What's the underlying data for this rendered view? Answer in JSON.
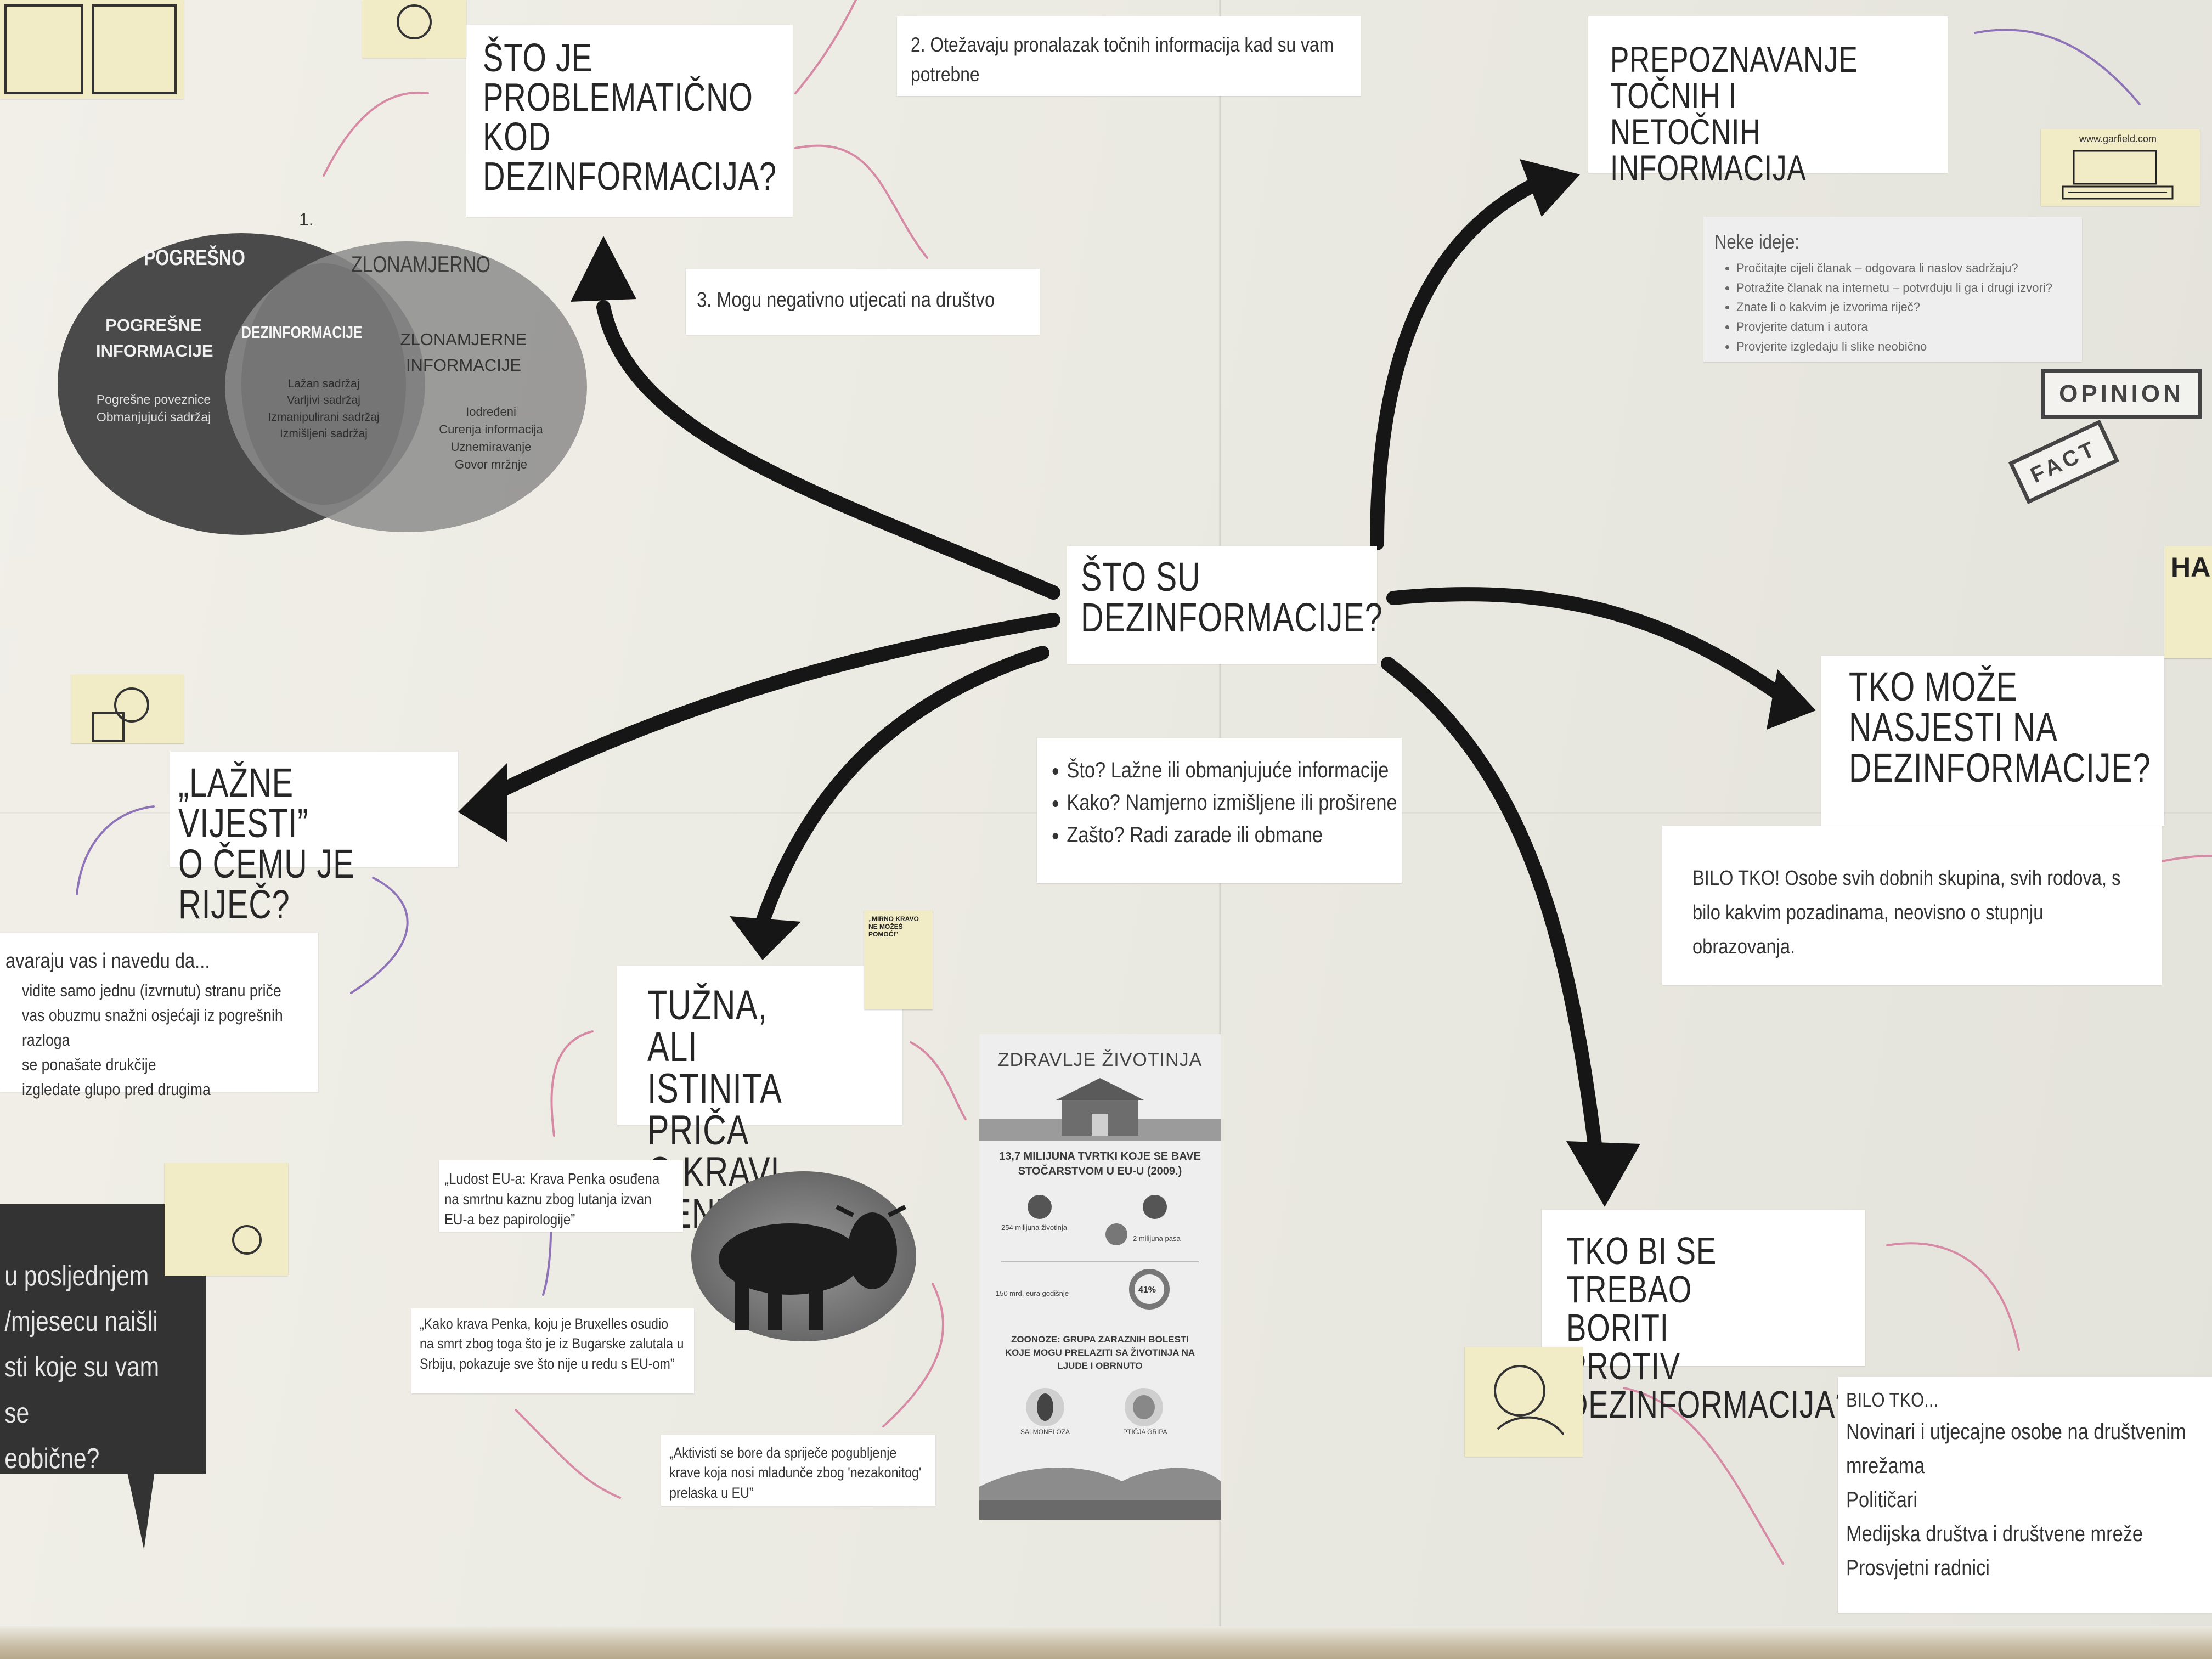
{
  "center": {
    "title_line1": "ŠTO SU",
    "title_line2": "DEZINFORMACIJE?"
  },
  "center_notes": {
    "items": [
      "Što? Lažne ili obmanjujuće informacije",
      "Kako? Namjerno izmišljene ili proširene",
      "Zašto? Radi zarade ili obmane"
    ]
  },
  "problem": {
    "title_line1": "ŠTO JE",
    "title_line2": "PROBLEMATIČNO",
    "title_line3": "KOD",
    "title_line4": "DEZINFORMACIJA?",
    "point1_number": "1.",
    "point2": "2.   Otežavaju pronalazak točnih informacija kad su vam potrebne",
    "point3": "3.   Mogu negativno utjecati na društvo"
  },
  "venn": {
    "left_title": "POGREŠNO",
    "right_title": "ZLONAMJERNO",
    "left_sub": "POGREŠNE INFORMACIJE",
    "left_items": [
      "Pogrešne poveznice",
      "Obmanjujući sadržaj"
    ],
    "middle_sub": "DEZINFORMACIJE",
    "middle_items": [
      "Lažan sadržaj",
      "Varljivi sadržaj",
      "Izmanipulirani sadržaj",
      "Izmišljeni sadržaj"
    ],
    "right_sub": "ZLONAMJERNE INFORMACIJE",
    "right_items": [
      "Iodređeni",
      "Curenja informacija",
      "Uznemiravanje",
      "Govor mržnje"
    ]
  },
  "recognize": {
    "title_line1": "PREPOZNAVANJE",
    "title_line2": "TOČNIH I NETOČNIH",
    "title_line3": "INFORMACIJA",
    "ideas_title": "Neke ideje:",
    "ideas": [
      "Pročitajte cijeli članak – odgovara li naslov sadržaju?",
      "Potražite članak na internetu – potvrđuju li ga i drugi izvori?",
      "Znate li o kakvim je izvorima riječ?",
      "Provjerite datum i autora",
      "Provjerite izgledaju li slike neobično"
    ],
    "stamp_opinion": "OPINION",
    "stamp_fact": "FACT",
    "comic_caption": "www.garfield.com"
  },
  "who_fall": {
    "title_line1": "TKO MOŽE",
    "title_line2": "NASJESTI NA",
    "title_line3": "DEZINFORMACIJE?",
    "answer": "BILO TKO! Osobe svih dobnih skupina, svih rodova, s bilo kakvim pozadinama, neovisno o stupnju obrazovanja."
  },
  "who_fight": {
    "title_line1": "TKO BI SE TREBAO",
    "title_line2": "BORITI PROTIV",
    "title_line3": "DEZINFORMACIJA?",
    "answer_title": "BILO TKO...",
    "answers": [
      "Novinari i utjecajne osobe na društvenim mrežama",
      "Političari",
      "Medijska društva i društvene mreže",
      "Prosvjetni radnici"
    ]
  },
  "fake_news": {
    "title_line1": "„LAŽNE VIJESTI”",
    "title_line2": "O ČEMU JE RIJEČ?",
    "lead": "avaraju vas i navedu da...",
    "items": [
      "vidite samo jednu (izvrnutu) stranu priče",
      "vas obuzmu snažni osjećaji iz pogrešnih razloga",
      "se ponašate drukčije",
      "izgledate glupo pred drugima"
    ]
  },
  "cow": {
    "title_line1": "TUŽNA, ALI",
    "title_line2": "ISTINITA PRIČA",
    "title_line3": "O KRAVI PENKI",
    "quote1": "„Ludost EU-a: Krava Penka osuđena na smrtnu kaznu zbog lutanja izvan EU-a bez papirologije”",
    "quote2": "„Kako krava Penka, koju je Bruxelles osudio na smrt zbog toga što je iz Bugarske zalutala u Srbiju, pokazuje sve što nije u redu s EU-om”",
    "quote3": "„Aktivisti se bore da spriječe pogubljenje krave koja nosi mladunče zbog 'nezakonitog' prelaska u EU”",
    "comic_text": "„MIRNO KRAVO NE MOŽEŠ POMOĆI”"
  },
  "animal_health": {
    "title": "ZDRAVLJE ŽIVOTINJA",
    "stat": "13,7 MILIJUNA TVRTKI KOJE SE BAVE STOČARSTVOM U EU-U (2009.)",
    "fact1": "254 milijuna životinja",
    "fact2": "2 milijuna pasa",
    "fact3": "150 mrd. eura godišnje",
    "percent": "41%",
    "zoonoses": "ZOONOZE: GRUPA ZARAZNIH BOLESTI KOJE MOGU PRELAZITI SA ŽIVOTINJA NA LJUDE I OBRNUTO",
    "disease1": "SALMONELOZA",
    "disease2": "PTIČJA GRIPA"
  },
  "dark_panel": {
    "line1": "u posljednjem",
    "line2": "/mjesecu naišli",
    "line3": "sti koje su vam se",
    "line4": "eobične?"
  },
  "partial": {
    "right_edge": "HA"
  },
  "colors": {
    "arrow": "#161616",
    "doodle_pink": "#d68aa5",
    "doodle_purple": "#8f73b8",
    "venn_dark": "#4a4a4a",
    "venn_light": "#8c8c8c",
    "panel_dark": "#333333",
    "comic_paper": "#f1ebc6"
  }
}
